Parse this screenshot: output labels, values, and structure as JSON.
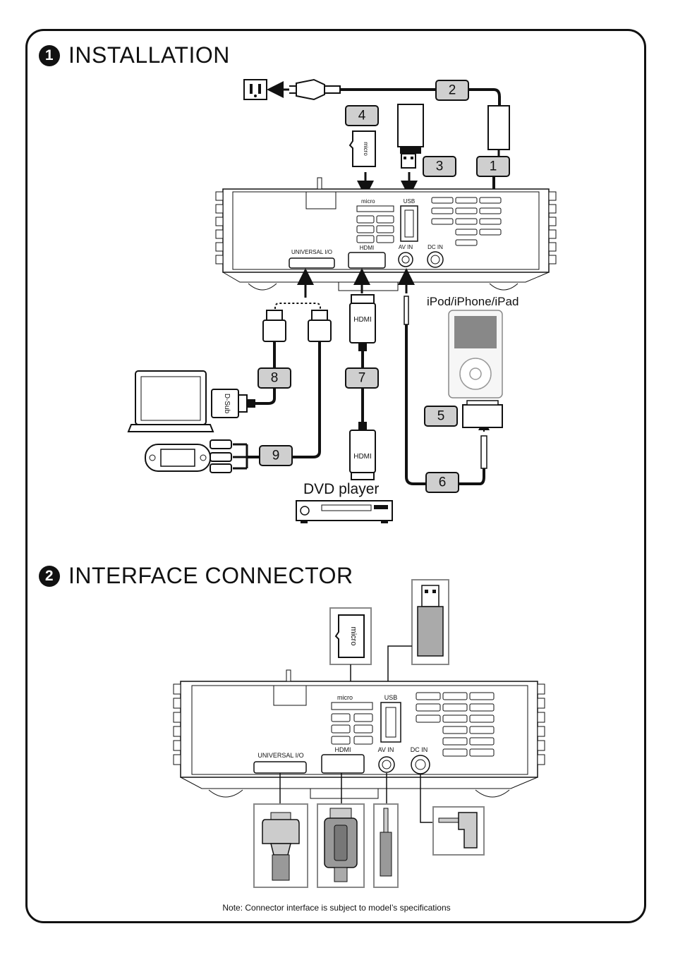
{
  "sections": {
    "installation": {
      "number": "1",
      "title": "INSTALLATION"
    },
    "interface": {
      "number": "2",
      "title": "INTERFACE CONNECTOR"
    }
  },
  "ports": {
    "microsd": "micro",
    "usb": "USB",
    "universal_io": "UNIVERSAL I/O",
    "hdmi": "HDMI",
    "av_in": "AV  IN",
    "dc_in": "DC IN"
  },
  "cable_labels": {
    "hdmi": "HDMI",
    "dsub": "D-Sub",
    "micro_card": "micro"
  },
  "devices": {
    "ipod": "iPod/iPhone/iPad",
    "dvd": "DVD player"
  },
  "steps": [
    "1",
    "2",
    "3",
    "4",
    "5",
    "6",
    "7",
    "8",
    "9"
  ],
  "note": "Note: Connector interface is subject to model’s specifications",
  "icons": [
    "power-outlet-icon",
    "power-plug-icon",
    "microsd-card-icon",
    "usb-drive-icon",
    "laptop-icon",
    "handheld-console-icon",
    "ipod-icon",
    "dvd-player-icon",
    "projector-icon"
  ]
}
